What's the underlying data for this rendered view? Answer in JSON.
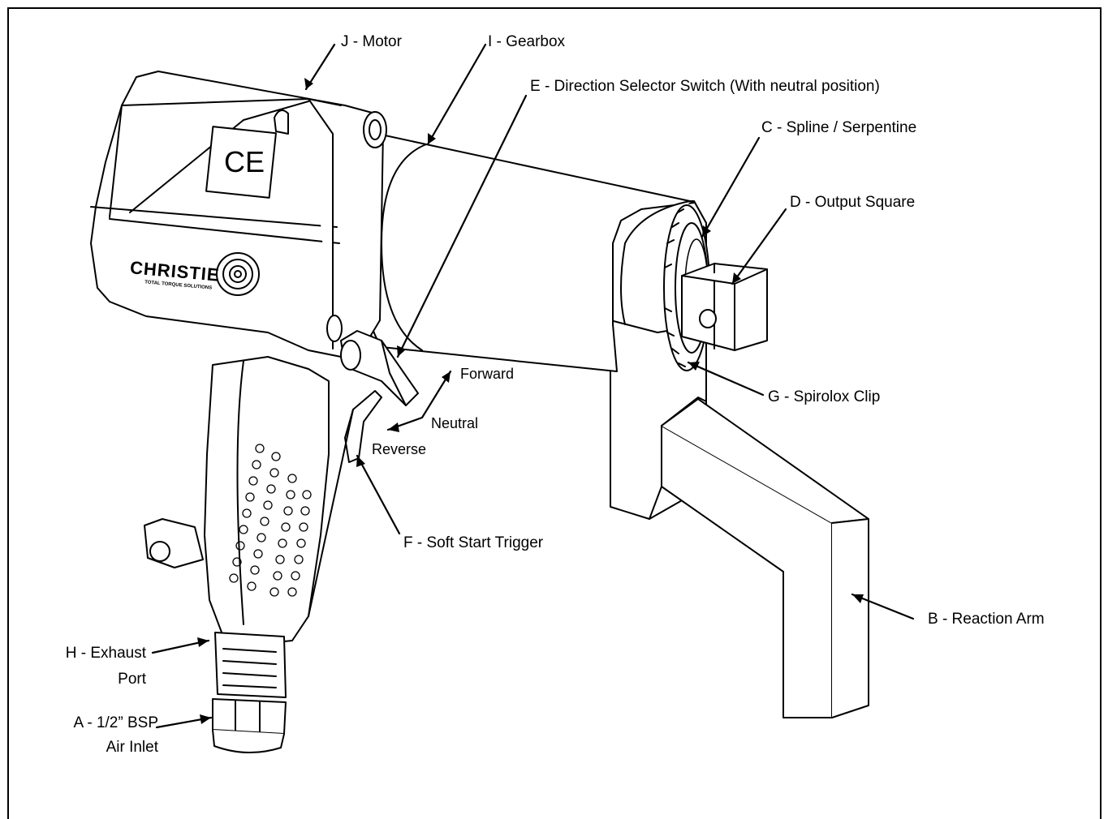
{
  "labels": {
    "motor": "J - Motor",
    "gearbox": "I - Gearbox",
    "direction_switch": "E - Direction Selector Switch (With neutral position)",
    "spline": "C - Spline / Serpentine",
    "output_square": "D - Output Square",
    "spirolox": "G - Spirolox Clip",
    "soft_start": "F - Soft Start Trigger",
    "reaction_arm": "B - Reaction Arm",
    "exhaust_line1": "H - Exhaust",
    "exhaust_line2": "Port",
    "inlet_line1": "A - 1/2” BSP",
    "inlet_line2": "Air Inlet",
    "forward": "Forward",
    "neutral": "Neutral",
    "reverse": "Reverse"
  },
  "markings": {
    "ce_mark": "CE",
    "brand": "CHRISTIE",
    "tagline": "TOTAL TORQUE SOLUTIONS"
  }
}
